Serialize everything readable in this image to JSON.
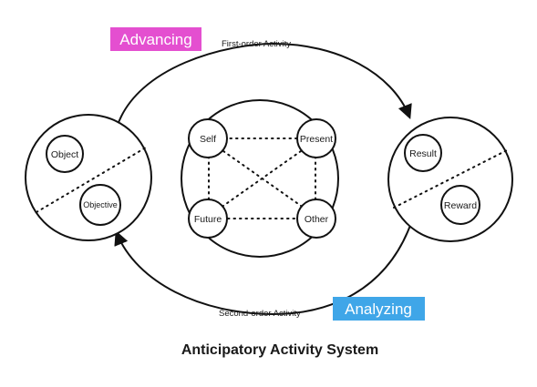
{
  "badges": {
    "advancing": {
      "label": "Advancing",
      "color": "#e44fd0"
    },
    "analyzing": {
      "label": "Analyzing",
      "color": "#3fa6e8"
    }
  },
  "edges": {
    "first_order": "First-order Activity",
    "second_order": "Second-order Activity"
  },
  "left_circle": {
    "top": "Object",
    "bottom": "Objective"
  },
  "right_circle": {
    "top": "Result",
    "bottom": "Reward"
  },
  "center": {
    "self": "Self",
    "present": "Present",
    "future": "Future",
    "other": "Other"
  },
  "title": "Anticipatory Activity System"
}
